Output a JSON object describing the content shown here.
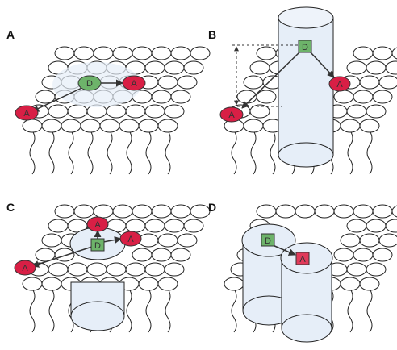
{
  "panels": [
    {
      "id": "A",
      "label": "A",
      "molecules": [
        {
          "kind": "donor",
          "shape": "ellipse",
          "label": "D"
        },
        {
          "kind": "acceptor",
          "shape": "ellipse",
          "label": "A"
        },
        {
          "kind": "acceptor",
          "shape": "ellipse",
          "label": "A"
        }
      ]
    },
    {
      "id": "B",
      "label": "B",
      "molecules": [
        {
          "kind": "donor",
          "shape": "square",
          "label": "D"
        },
        {
          "kind": "acceptor",
          "shape": "ellipse",
          "label": "A"
        },
        {
          "kind": "acceptor",
          "shape": "ellipse",
          "label": "A"
        }
      ]
    },
    {
      "id": "C",
      "label": "C",
      "molecules": [
        {
          "kind": "donor",
          "shape": "square",
          "label": "D"
        },
        {
          "kind": "acceptor",
          "shape": "ellipse",
          "label": "A"
        },
        {
          "kind": "acceptor",
          "shape": "ellipse",
          "label": "A"
        },
        {
          "kind": "acceptor",
          "shape": "ellipse",
          "label": "A"
        }
      ]
    },
    {
      "id": "D",
      "label": "D",
      "molecules": [
        {
          "kind": "donor",
          "shape": "square",
          "label": "D"
        },
        {
          "kind": "acceptor",
          "shape": "square",
          "label": "A"
        }
      ]
    }
  ],
  "colors": {
    "donor_fill": "#6db36a",
    "acceptor_fill": "#d81f45",
    "acceptor_square_fill": "#e03a5a",
    "membrane_stroke": "#222222",
    "protein_fill": "#e6eef8",
    "arrow": "#333333"
  }
}
